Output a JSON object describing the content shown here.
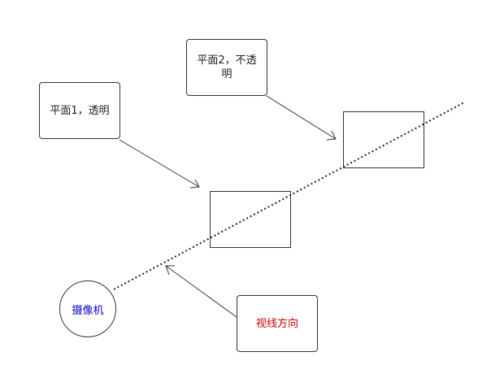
{
  "nodes": {
    "plane1_label": "平面1，透明",
    "plane2_label": "平面2，不透明",
    "camera_label": "摄像机",
    "view_direction_label": "视线方向"
  },
  "colors": {
    "stroke": "#333333",
    "camera_text": "#0000cc",
    "view_direction_text": "#cc0000",
    "default_text": "#222222"
  }
}
